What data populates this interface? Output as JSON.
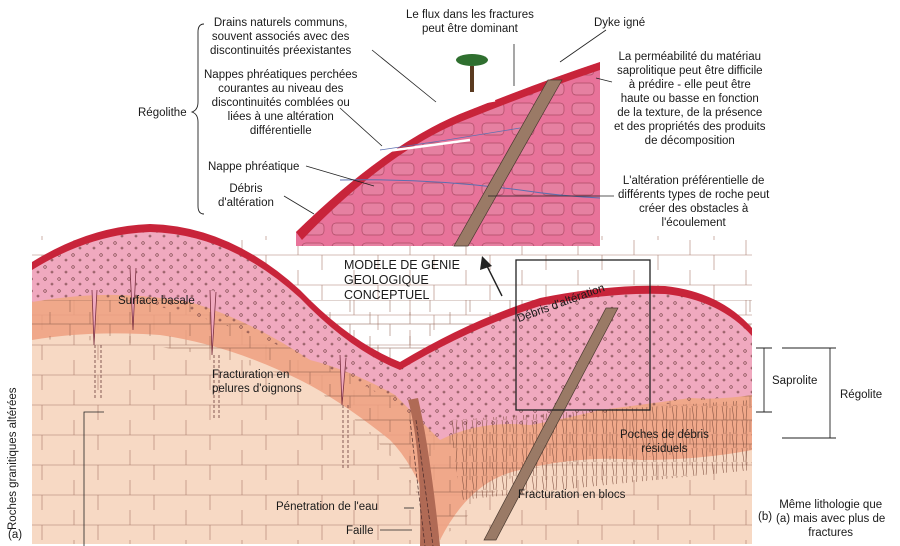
{
  "colors": {
    "pink": "#e8739a",
    "pink_light": "#f0a9bf",
    "red_layer": "#c8243a",
    "salmon": "#f3c2a8",
    "peach": "#f7d9c4",
    "orange": "#ec9a7a",
    "brown_dyke": "#8a6a55",
    "line": "#3a2a2a"
  },
  "inset": {
    "flux": "Le flux dans les fractures\npeut être dominant",
    "dyke": "Dyke igné",
    "permeabilite": "La perméabilité du matériau\nsaprolitique peut être difficile\nà prédire - elle peut être\nhaute ou basse en fonction\nde la texture, de la présence\net des propriétés des produits\nde décomposition",
    "drains": "Drains naturels communs,\nsouvent associés avec des\ndiscontinuités préexistantes",
    "nappes_perchees": "Nappes phréatiques perchées\ncourantes au niveau des\ndiscontinuités comblées ou\nliées à une altération\ndifférentielle",
    "regolithe": "Régolithe",
    "nappe": "Nappe phréatique",
    "debris": "Débris\nd'altération",
    "alteration_pref": "L'altération préférentielle de\ndifférents types de roche peut\ncréer des obstacles à\nl'écoulement",
    "modele": "MODELE DE GENIE\nGEOLOGIQUE\nCONCEPTUEL"
  },
  "main": {
    "surface_basale": "Surface basale",
    "fracturation_oignons": "Fracturation en\npelures d'oignons",
    "penetration": "Pénetration de l'eau",
    "faille": "Faille",
    "fracturation_blocs": "Fracturation en blocs",
    "debris_alteration": "Débris d'altération",
    "poches": "Poches de débris\nrésiduels",
    "saprolite": "Saprolite",
    "regolite": "Régolite",
    "roches": "Roches granitiques altérées",
    "meme_lithologie": "Même lithologie que\n(a) mais avec plus de\nfractures",
    "label_a": "(a)",
    "label_b": "(b)"
  }
}
